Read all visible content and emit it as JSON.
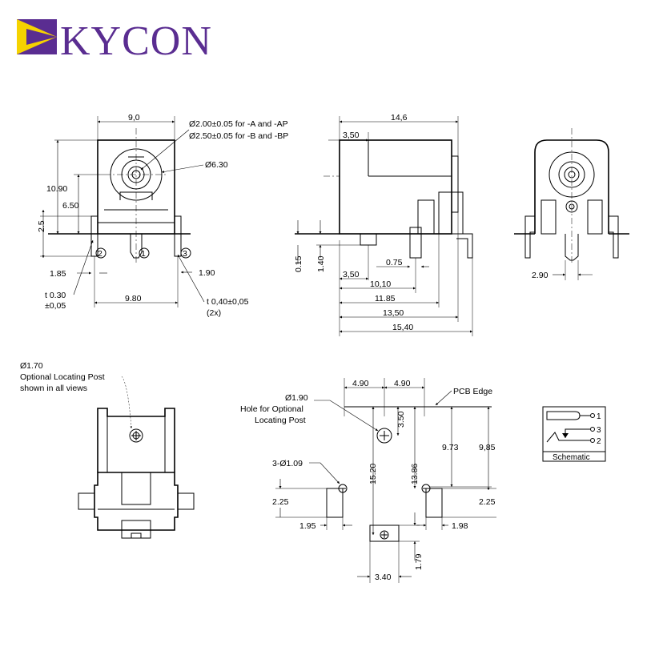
{
  "brand": {
    "name": "KYCON",
    "colors": {
      "purple": "#5a2d91",
      "yellow": "#f5d300"
    }
  },
  "front_view": {
    "dim_width": "9,0",
    "dim_height_total": "10.90",
    "dim_height_center": "6.50",
    "dim_height_pins": "2.5",
    "dim_pin_offset_left": "1.85",
    "dim_pin_offset_right": "1.90",
    "dim_span": "9.80",
    "note_hole_1": "Ø2.00±0.05 for -A and -AP",
    "note_hole_2": "Ø2.50±0.05 for -B and -BP",
    "note_outer": "Ø6.30",
    "note_thk_1": "t 0.30",
    "note_thk_2": "±0,05",
    "note_thk2_1": "t 0,40±0,05",
    "note_thk2_2": "(2x)",
    "pin_labels": [
      "1",
      "2",
      "3"
    ]
  },
  "side_view": {
    "dim_length": "14,6",
    "dim_350_top": "3,50",
    "dim_015": "0.15",
    "dim_140": "1.40",
    "dim_350_bottom": "3,50",
    "dim_075": "0.75",
    "dim_1010": "10,10",
    "dim_1185": "11.85",
    "dim_1350": "13,50",
    "dim_1540": "15,40"
  },
  "rear_view": {
    "dim_290": "2.90"
  },
  "bottom_view": {
    "note_1": "Ø1.70",
    "note_2": "Optional Locating Post",
    "note_3": "shown in all views"
  },
  "pcb_layout": {
    "dim_490_left": "4.90",
    "dim_490_right": "4.90",
    "pcb_edge": "PCB Edge",
    "hole_note_1": "Ø1.90",
    "hole_note_2": "Hole for Optional",
    "hole_note_3": "Locating Post",
    "dim_350": "3.50",
    "pad_note": "3-Ø1.09",
    "dim_1520": "15.20",
    "dim_1386": "13.86",
    "dim_973": "9.73",
    "dim_985": "9,85",
    "dim_225_left": "2.25",
    "dim_225_right": "2.25",
    "dim_195": "1.95",
    "dim_198": "1.98",
    "dim_179": "1.79",
    "dim_340": "3.40"
  },
  "schematic": {
    "pins": [
      "1",
      "3",
      "2"
    ],
    "label": "Schematic"
  }
}
